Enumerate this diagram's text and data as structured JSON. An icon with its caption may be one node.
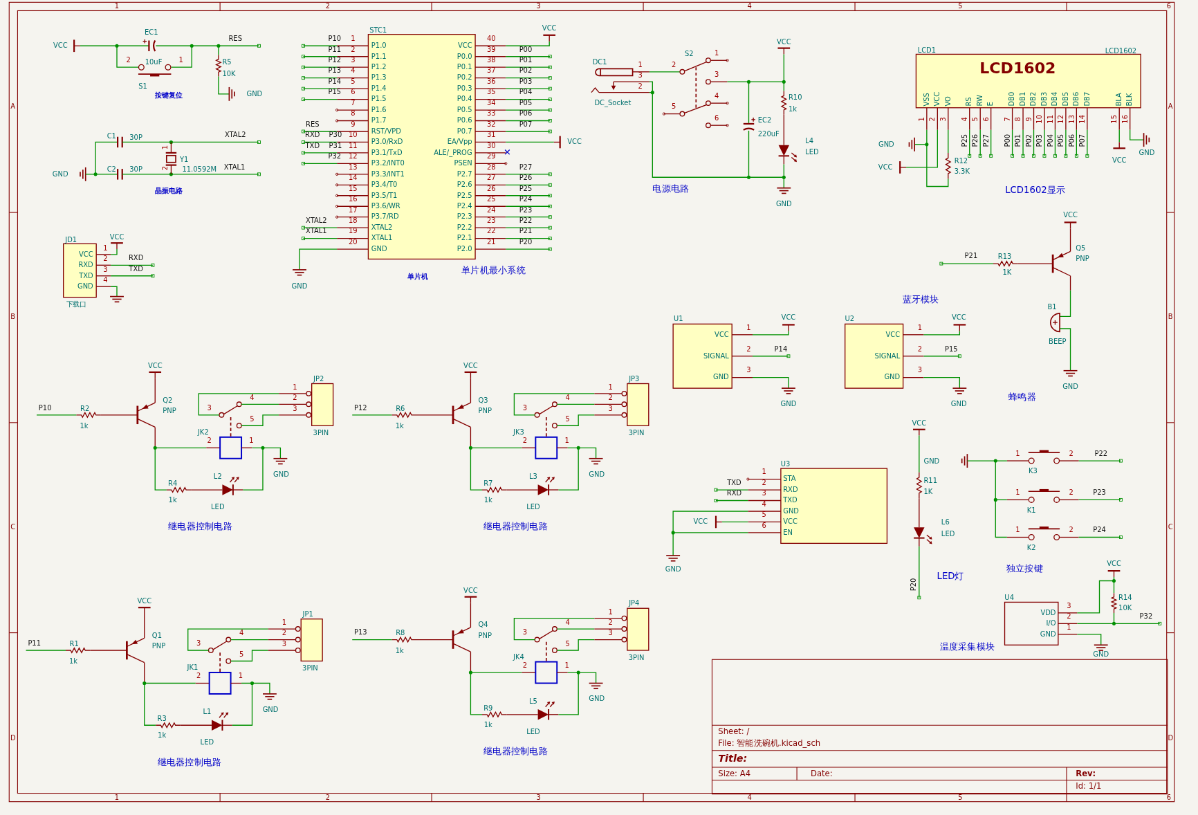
{
  "diagram": {
    "labels": [
      "1",
      "2",
      "3",
      "4",
      "5",
      "6",
      "A",
      "B",
      "C",
      "D",
      "A",
      "B",
      "C",
      "D",
      "1",
      "2",
      "3",
      "4",
      "5",
      "6",
      "VCC",
      "EC1",
      "2",
      "10uF",
      "1",
      "S1",
      "按键复位",
      "RES",
      "R5",
      "10K",
      "GND",
      "C1",
      "30P",
      "XTAL2",
      "1",
      "Y1",
      "2",
      "GND",
      "C2",
      "30P",
      "11.0592M",
      "XTAL1",
      "晶振电路",
      "JD1",
      "VCC",
      "VCC",
      "1",
      "RXD",
      "2",
      "RXD",
      "TXD",
      "3",
      "TXD",
      "GND",
      "4",
      "下载口",
      "STC1",
      "VCC",
      "P10",
      "1",
      "P1.0",
      "VCC",
      "40",
      "P11",
      "2",
      "P1.1",
      "P0.0",
      "39",
      "P00",
      "P12",
      "3",
      "P1.2",
      "P0.1",
      "38",
      "P01",
      "P13",
      "4",
      "P1.3",
      "P0.2",
      "37",
      "P02",
      "P14",
      "5",
      "P1.4",
      "P0.3",
      "36",
      "P03",
      "P15",
      "6",
      "P1.5",
      "P0.4",
      "35",
      "P04",
      "7",
      "P1.6",
      "P0.5",
      "34",
      "P05",
      "8",
      "P1.7",
      "P0.6",
      "33",
      "P06",
      "RES",
      "9",
      "RST/VPD",
      "P0.7",
      "32",
      "P07",
      "RXD",
      "P30",
      "10",
      "P3.0/RxD",
      "EA/Vpp",
      "31",
      "VCC",
      "TXD",
      "P31",
      "11",
      "P3.1/TxD",
      "ALE/_PROG",
      "30",
      "P32",
      "12",
      "P3.2/INT0",
      "PSEN",
      "29",
      "13",
      "P3.3/INT1",
      "P2.7",
      "28",
      "P27",
      "14",
      "P3.4/T0",
      "P2.6",
      "27",
      "P26",
      "15",
      "P3.5/T1",
      "P2.5",
      "26",
      "P25",
      "16",
      "P3.6/WR",
      "P2.4",
      "25",
      "P24",
      "17",
      "P3.7/RD",
      "P2.3",
      "24",
      "P23",
      "XTAL2",
      "18",
      "XTAL2",
      "P2.2",
      "23",
      "P22",
      "XTAL1",
      "19",
      "XTAL1",
      "P2.1",
      "22",
      "P21",
      "20",
      "GND",
      "P2.0",
      "21",
      "P20",
      "GND",
      "单片机",
      "单片机最小系统",
      "DC1",
      "1",
      "3",
      "2",
      "DC_Socket",
      "S2",
      "2",
      "1",
      "3",
      "4",
      "5",
      "6",
      "VCC",
      "R10",
      "1k",
      "EC2",
      "220uF",
      "L4",
      "LED",
      "GND",
      "电源电路",
      "LCD1",
      "LCD1602",
      "LCD1602",
      "VSS",
      "VCC",
      "VO",
      "RS",
      "RW",
      "E",
      "DB0",
      "DB1",
      "DB2",
      "DB3",
      "DB4",
      "DB5",
      "DB6",
      "DB7",
      "BLA",
      "BLK",
      "1",
      "2",
      "3",
      "4",
      "5",
      "6",
      "7",
      "8",
      "9",
      "10",
      "11",
      "12",
      "13",
      "14",
      "15",
      "16",
      "GND",
      "P25",
      "P26",
      "P27",
      "P00",
      "P01",
      "P02",
      "P03",
      "P04",
      "P05",
      "P06",
      "P07",
      "GND",
      "R12",
      "VCC",
      "VCC",
      "3.3K",
      "LCD1602显示",
      "P21",
      "R13",
      "1K",
      "VCC",
      "Q5",
      "PNP",
      "蓝牙模块",
      "B1",
      "BEEP",
      "GND",
      "蜂鸣器",
      "U1",
      "VCC",
      "VCC",
      "1",
      "SIGNAL",
      "2",
      "P14",
      "GND",
      "3",
      "GND",
      "U2",
      "VCC",
      "VCC",
      "1",
      "SIGNAL",
      "2",
      "P15",
      "GND",
      "3",
      "GND",
      "P10",
      "R2",
      "1k",
      "VCC",
      "Q2",
      "PNP",
      "JK2",
      "3",
      "4",
      "5",
      "2",
      "1",
      "GND",
      "1",
      "2",
      "3",
      "R4",
      "1k",
      "L2",
      "LED",
      "继电器控制电路",
      "JP2",
      "3PIN",
      "P12",
      "R6",
      "1k",
      "VCC",
      "Q3",
      "PNP",
      "JK3",
      "3",
      "4",
      "5",
      "2",
      "1",
      "GND",
      "1",
      "2",
      "3",
      "R7",
      "1k",
      "L3",
      "LED",
      "继电器控制电路",
      "JP3",
      "3PIN",
      "P11",
      "R1",
      "1k",
      "VCC",
      "Q1",
      "PNP",
      "JK1",
      "3",
      "4",
      "5",
      "2",
      "1",
      "GND",
      "1",
      "2",
      "3",
      "R3",
      "1k",
      "L1",
      "LED",
      "继电器控制电路",
      "JP1",
      "3PIN",
      "P13",
      "R8",
      "1k",
      "VCC",
      "Q4",
      "PNP",
      "JK4",
      "3",
      "4",
      "5",
      "2",
      "1",
      "GND",
      "1",
      "2",
      "3",
      "R9",
      "1k",
      "L5",
      "LED",
      "继电器控制电路",
      "JP4",
      "3PIN",
      "U3",
      "1",
      "STA",
      "TXD",
      "2",
      "RXD",
      "RXD",
      "3",
      "TXD",
      "4",
      "GND",
      "VCC",
      "5",
      "VCC",
      "6",
      "EN",
      "GND",
      "VCC",
      "GND",
      "R11",
      "1K",
      "L6",
      "LED",
      "P20",
      "LED灯",
      "1",
      "2",
      "P22",
      "K3",
      "1",
      "2",
      "P23",
      "K1",
      "1",
      "2",
      "P24",
      "K2",
      "独立按键",
      "VCC",
      "U4",
      "R14",
      "VDD",
      "3",
      "10K",
      "I/O",
      "2",
      "P32",
      "GND",
      "1",
      "温度采集模块",
      "GND",
      "Sheet: /",
      "File: 智能洗碗机.kicad_sch",
      "Title:",
      "Size: A4",
      "Date:",
      "Rev:",
      "Id: 1/1"
    ]
  }
}
